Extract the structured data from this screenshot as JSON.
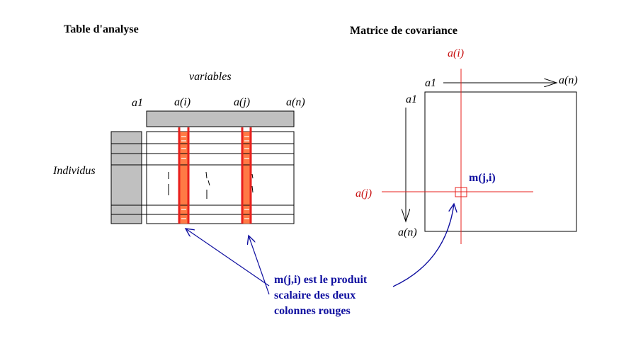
{
  "left_panel": {
    "title": "Table d'analyse",
    "variables_label": "variables",
    "col_first": "a1",
    "col_i": "a(i)",
    "col_j": "a(j)",
    "col_last": "a(n)",
    "rows_label": "Individus"
  },
  "right_panel": {
    "title": "Matrice de covariance",
    "top_axis_start": "a1",
    "top_axis_end": "a(n)",
    "left_axis_start": "a1",
    "left_axis_end": "a(n)",
    "red_col_label": "a(i)",
    "red_row_label": "a(j)",
    "cell_label": "m(j,i)"
  },
  "caption": {
    "line1": "m(j,i) est le produit",
    "line2": "scalaire des deux",
    "line3": "colonnes rouges"
  },
  "colors": {
    "highlight_red": "#e8201c",
    "highlight_fill": "#ff7a45",
    "header_gray": "#c0c0c0",
    "annotation_blue": "#1010a0",
    "axis_label_red": "#c81010",
    "line_black": "#000000"
  }
}
